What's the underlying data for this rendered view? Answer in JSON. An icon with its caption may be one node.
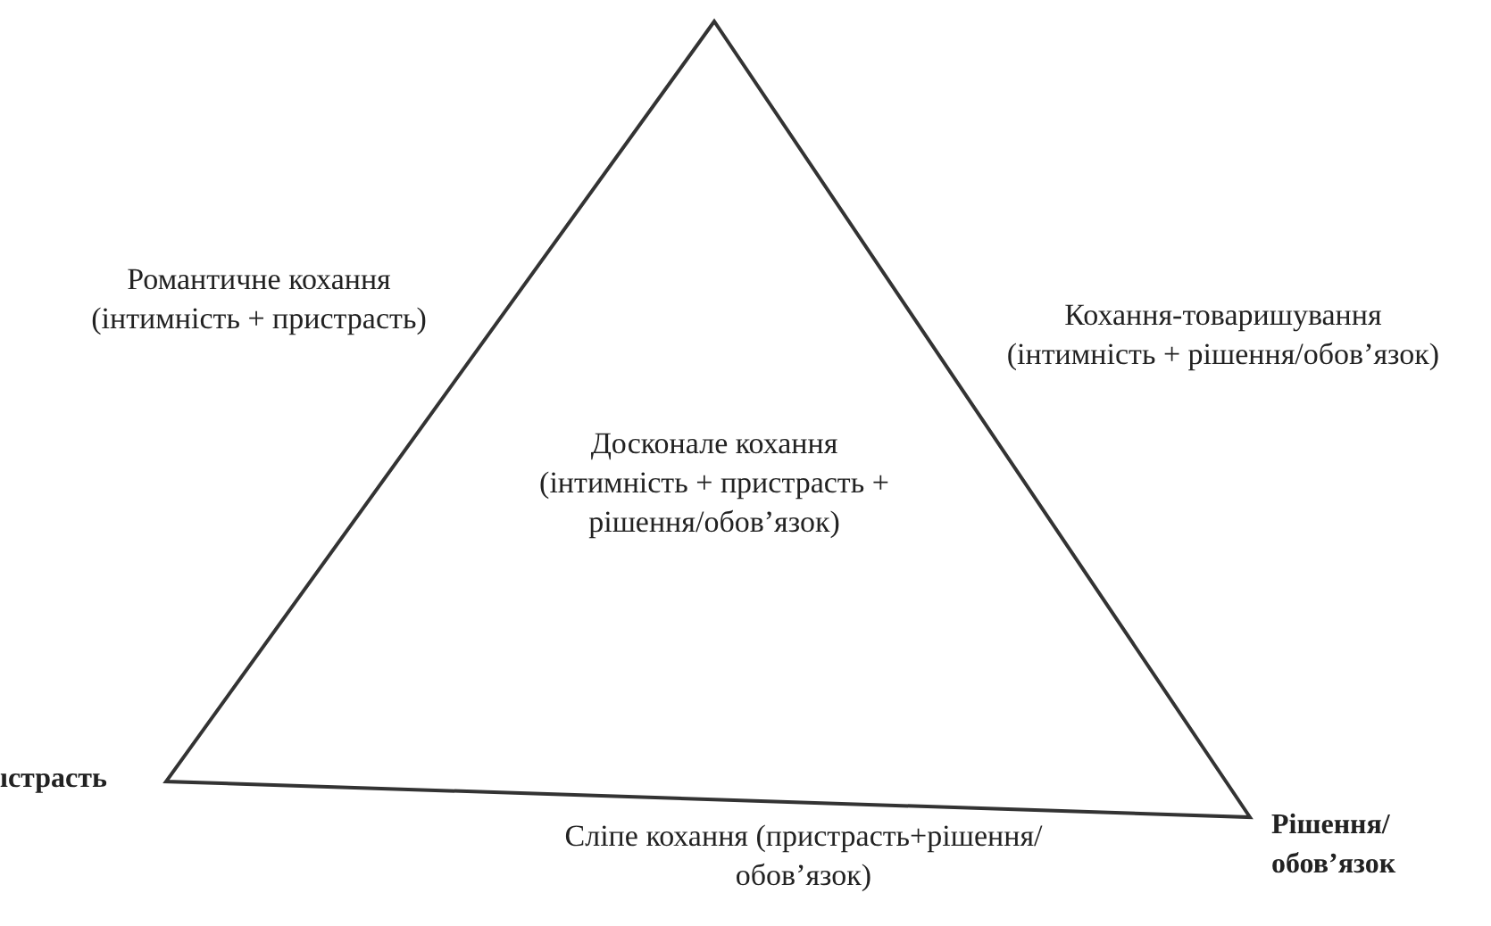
{
  "diagram": {
    "nodes": [
      {
        "text": [
          "Досконале кохання (інтимність + пристрасть + рішення/обов’язок)"
        ]
      }
    ],
    "labels": [
      "Романтичне кохання (інтимність + пристрасть)",
      "Кохання-товаришування (інтимність + рішення/обов’язок)",
      "ıстрасть",
      "Рішення/ обов’язок",
      "Сліпе кохання (пристрасть+рішення/обов’язок)"
    ]
  }
}
